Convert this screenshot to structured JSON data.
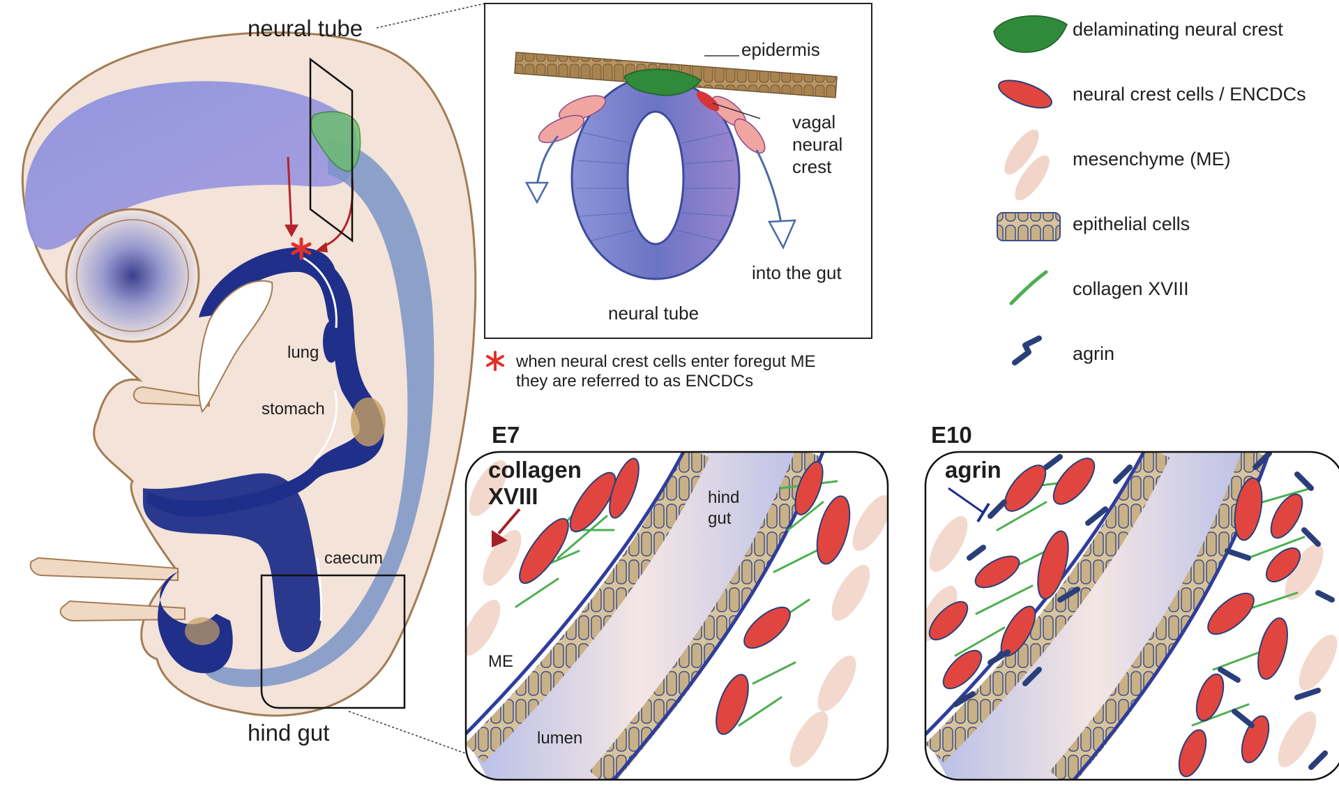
{
  "embryo": {
    "neural_tube_label": "neural tube",
    "hind_gut_label": "hind gut",
    "lung_label": "lung",
    "stomach_label": "stomach",
    "caecum_label": "caecum"
  },
  "cross_section": {
    "epidermis_label": "epidermis",
    "vagal_line1": "vagal",
    "vagal_line2": "neural",
    "vagal_line3": "crest",
    "into_gut_label": "into the gut",
    "neural_tube_label": "neural tube"
  },
  "footnote": {
    "line1": "when neural crest cells enter foregut ME",
    "line2": "they are referred to as ENCDCs"
  },
  "legend": {
    "items": [
      {
        "label": "delaminating neural crest",
        "icon": "delaminating-neural-crest-icon"
      },
      {
        "label": "neural crest cells / ENCDCs",
        "icon": "encdc-cell-icon"
      },
      {
        "label": "mesenchyme (ME)",
        "icon": "mesenchyme-icon"
      },
      {
        "label": "epithelial cells",
        "icon": "epithelial-cells-icon"
      },
      {
        "label": "collagen XVIII",
        "icon": "collagen-fiber-icon"
      },
      {
        "label": "agrin",
        "icon": "agrin-icon"
      }
    ]
  },
  "panel_e7": {
    "stage": "E7",
    "marker_line1": "collagen",
    "marker_line2": "XVIII",
    "hind_line1": "hind",
    "hind_line2": "gut",
    "me_label": "ME",
    "lumen_label": "lumen"
  },
  "panel_e10": {
    "stage": "E10",
    "marker": "agrin"
  },
  "colors": {
    "neural_crest_red": "#e0463f",
    "gut_blue": "#1f2f8a",
    "neural_tube_purple": "#8f8fd8",
    "crest_green": "#2f8a3a",
    "epidermis_tan": "#b08a55",
    "embryo_skin": "#f3e3d8",
    "collagen_green": "#4caf50",
    "agrin_blue": "#2a3f7a"
  }
}
